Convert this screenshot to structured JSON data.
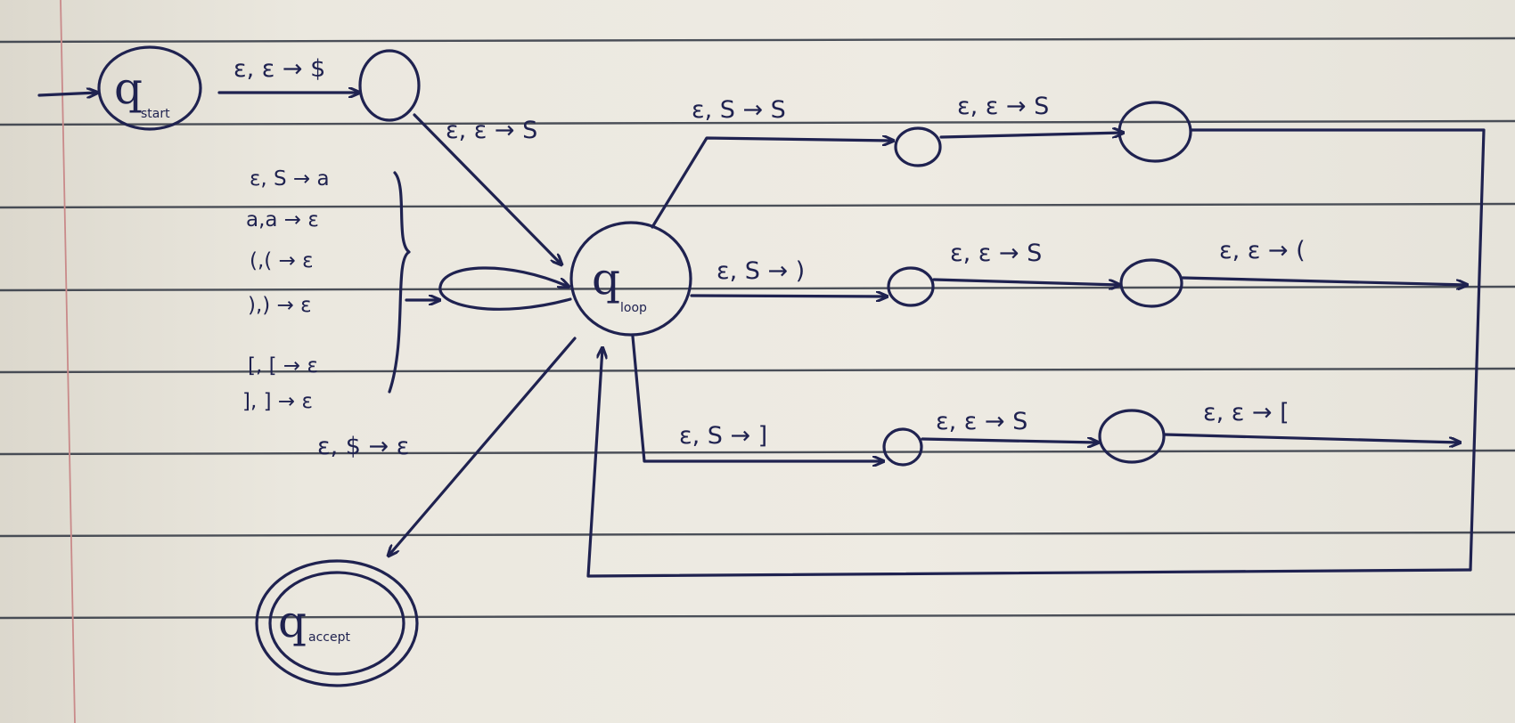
{
  "states": {
    "start": {
      "letter": "q",
      "sub": "start"
    },
    "loop": {
      "letter": "q",
      "sub": "loop"
    },
    "accept": {
      "letter": "q",
      "sub": "accept"
    }
  },
  "edges": {
    "start_to_s1": "ε, ε → $",
    "s1_to_loop": "ε, ε → S",
    "branch1_a": "ε, S → S",
    "branch1_b": "ε, ε → S",
    "branch2_a": "ε, S → )",
    "branch2_b": "ε, ε → S",
    "branch2_c": "ε, ε → (",
    "branch3_a": "ε, S → ]",
    "branch3_b": "ε, ε → S",
    "branch3_c": "ε, ε → [",
    "loop_to_accept": "ε, $ → ε"
  },
  "self_loop_labels": [
    "ε, S → a",
    "a,a → ε",
    "(,( → ε",
    "),) → ε",
    "[, [ → ε",
    "], ] → ε"
  ],
  "colors": {
    "ink": "#1f2250",
    "rule": "#2e3440",
    "margin": "#c98a8a",
    "paper": "#eae7de"
  }
}
